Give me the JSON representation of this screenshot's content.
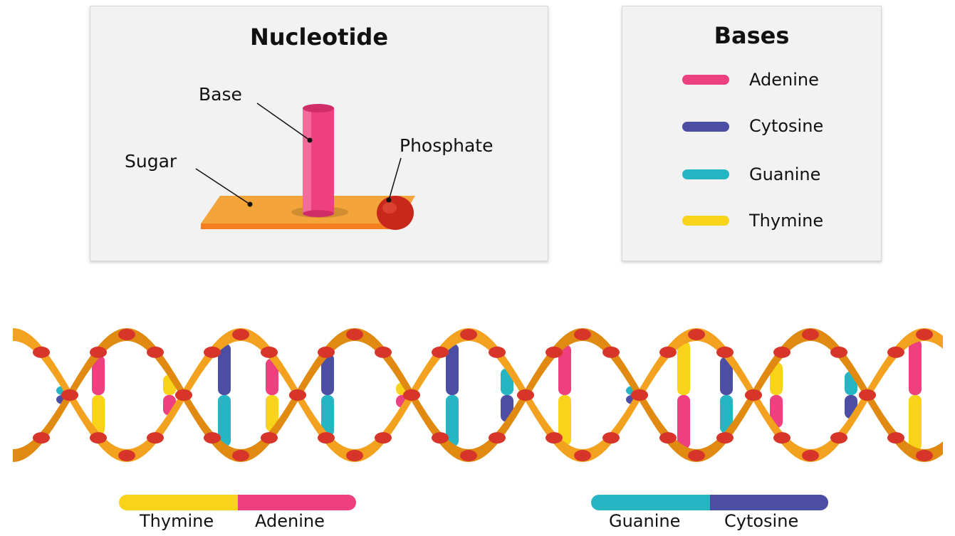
{
  "nucleotide": {
    "title": "Nucleotide",
    "labels": {
      "base": "Base",
      "sugar": "Sugar",
      "phosphate": "Phosphate"
    }
  },
  "bases": {
    "title": "Bases",
    "items": [
      {
        "name": "Adenine",
        "color": "#ee3f7e"
      },
      {
        "name": "Cytosine",
        "color": "#4b4ea3"
      },
      {
        "name": "Guanine",
        "color": "#26b5c2"
      },
      {
        "name": "Thymine",
        "color": "#f9d31a"
      }
    ]
  },
  "pairs": [
    {
      "left": "Thymine",
      "right": "Adenine"
    },
    {
      "left": "Guanine",
      "right": "Cytosine"
    }
  ],
  "colors": {
    "backbone": "#f2a21f",
    "backbone_dark": "#e08a12",
    "node": "#d8352a"
  }
}
